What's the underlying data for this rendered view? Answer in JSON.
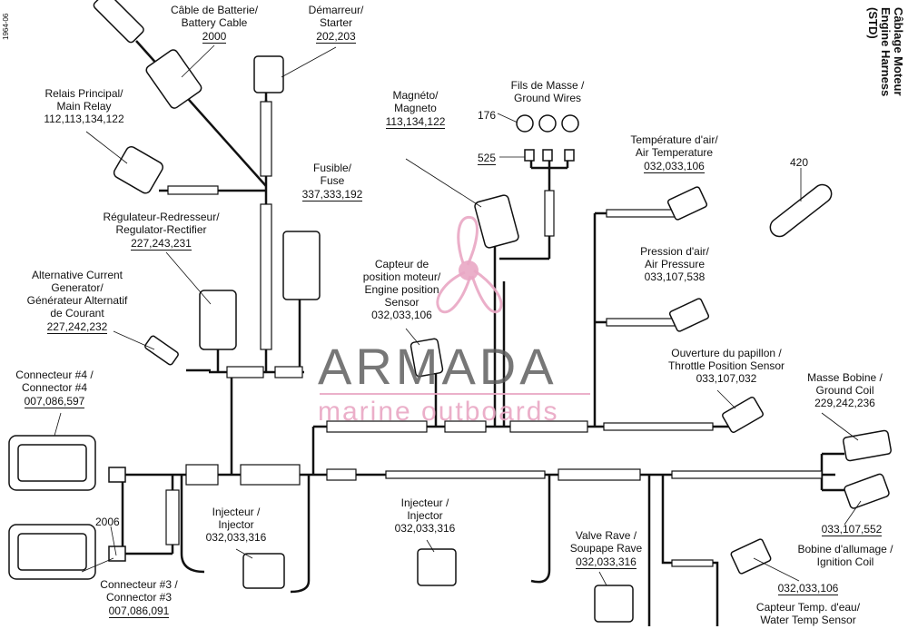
{
  "title": {
    "lines": [
      "Câblage Moteur",
      "Engine Harness",
      "(STD)"
    ]
  },
  "doc_id": "1964-06",
  "watermark": {
    "brand": "ARMADA",
    "tagline": "marine outboards",
    "accent": "#e9a7c4",
    "text_color": "#5a5a5a"
  },
  "components": {
    "battery_cable": {
      "fr": "Câble de Batterie/",
      "en": "Battery Cable",
      "parts": "2000"
    },
    "starter": {
      "fr": "Démarreur/",
      "en": "Starter",
      "parts": "202,203"
    },
    "main_relay": {
      "fr": "Relais Principal/",
      "en": "Main Relay",
      "parts": "112,113,134,122"
    },
    "fuse": {
      "fr": "Fusible/",
      "en": "Fuse",
      "parts": "337,333,192"
    },
    "magneto": {
      "fr": "Magnéto/",
      "en": "Magneto",
      "parts": "113,134,122"
    },
    "ground_wires": {
      "fr": "Fils de Masse /",
      "en": "Ground Wires",
      "ref_a": "176",
      "ref_b": "525"
    },
    "air_temp": {
      "fr": "Température d'air/",
      "en": "Air Temperature",
      "parts": "032,033,106"
    },
    "sleeve": {
      "ref": "420"
    },
    "regulator": {
      "fr": "Régulateur-Redresseur/",
      "en": "Regulator-Rectifier",
      "parts": "227,243,231"
    },
    "air_pressure": {
      "fr": "Pression d'air/",
      "en": "Air Pressure",
      "parts": "033,107,538"
    },
    "engine_pos": {
      "l1": "Capteur de",
      "l2": "position moteur/",
      "l3": "Engine position",
      "l4": "Sensor",
      "parts": "032,033,106"
    },
    "generator": {
      "l1": "Alternative Current",
      "l2": "Generator/",
      "l3": "Générateur Alternatif",
      "l4": "de Courant",
      "parts": "227,242,232"
    },
    "throttle": {
      "fr": "Ouverture du papillon /",
      "en": "Throttle Position Sensor",
      "parts": "033,107,032"
    },
    "connector4": {
      "fr": "Connecteur #4 /",
      "en": "Connector #4",
      "parts": "007,086,597"
    },
    "ground_coil": {
      "fr": "Masse Bobine /",
      "en": "Ground Coil",
      "parts": "229,242,236"
    },
    "injector1": {
      "fr": "Injecteur /",
      "en": "Injector",
      "parts": "032,033,316"
    },
    "injector2": {
      "fr": "Injecteur /",
      "en": "Injector",
      "parts": "032,033,316"
    },
    "ref2006": {
      "ref": "2006"
    },
    "valve_rave": {
      "fr": "Valve Rave /",
      "en": "Soupape Rave",
      "parts": "032,033,316"
    },
    "ignition_coil": {
      "parts": "033,107,552",
      "fr": "Bobine d'allumage /",
      "en": "Ignition Coil"
    },
    "water_temp": {
      "parts": "032,033,106",
      "fr": "Capteur Temp. d'eau/",
      "en": "Water Temp Sensor"
    },
    "connector3": {
      "fr": "Connecteur #3 /",
      "en": "Connector #3",
      "parts": "007,086,091"
    }
  }
}
